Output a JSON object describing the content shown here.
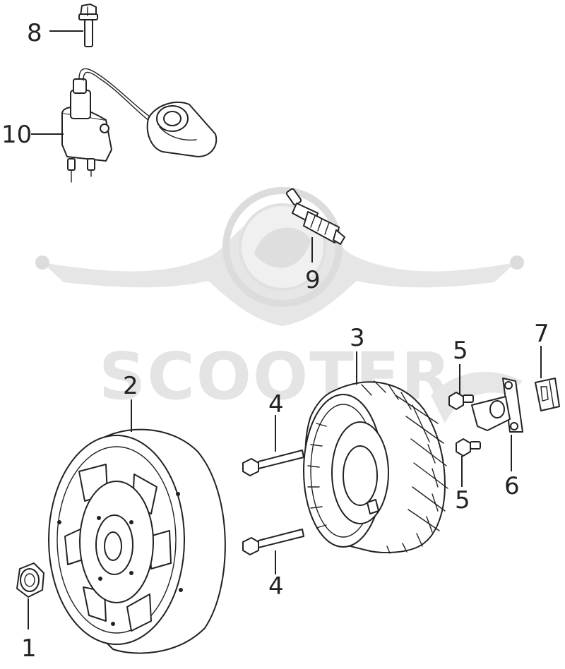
{
  "watermark": {
    "text": "SCOOTER"
  },
  "callouts": [
    {
      "id": "c8",
      "label": "8"
    },
    {
      "id": "c10",
      "label": "10"
    },
    {
      "id": "c9",
      "label": "9"
    },
    {
      "id": "c3",
      "label": "3"
    },
    {
      "id": "c2",
      "label": "2"
    },
    {
      "id": "c4a",
      "label": "4"
    },
    {
      "id": "c4b",
      "label": "4"
    },
    {
      "id": "c5a",
      "label": "5"
    },
    {
      "id": "c5b",
      "label": "5"
    },
    {
      "id": "c7",
      "label": "7"
    },
    {
      "id": "c6",
      "label": "6"
    },
    {
      "id": "c1",
      "label": "1"
    }
  ]
}
